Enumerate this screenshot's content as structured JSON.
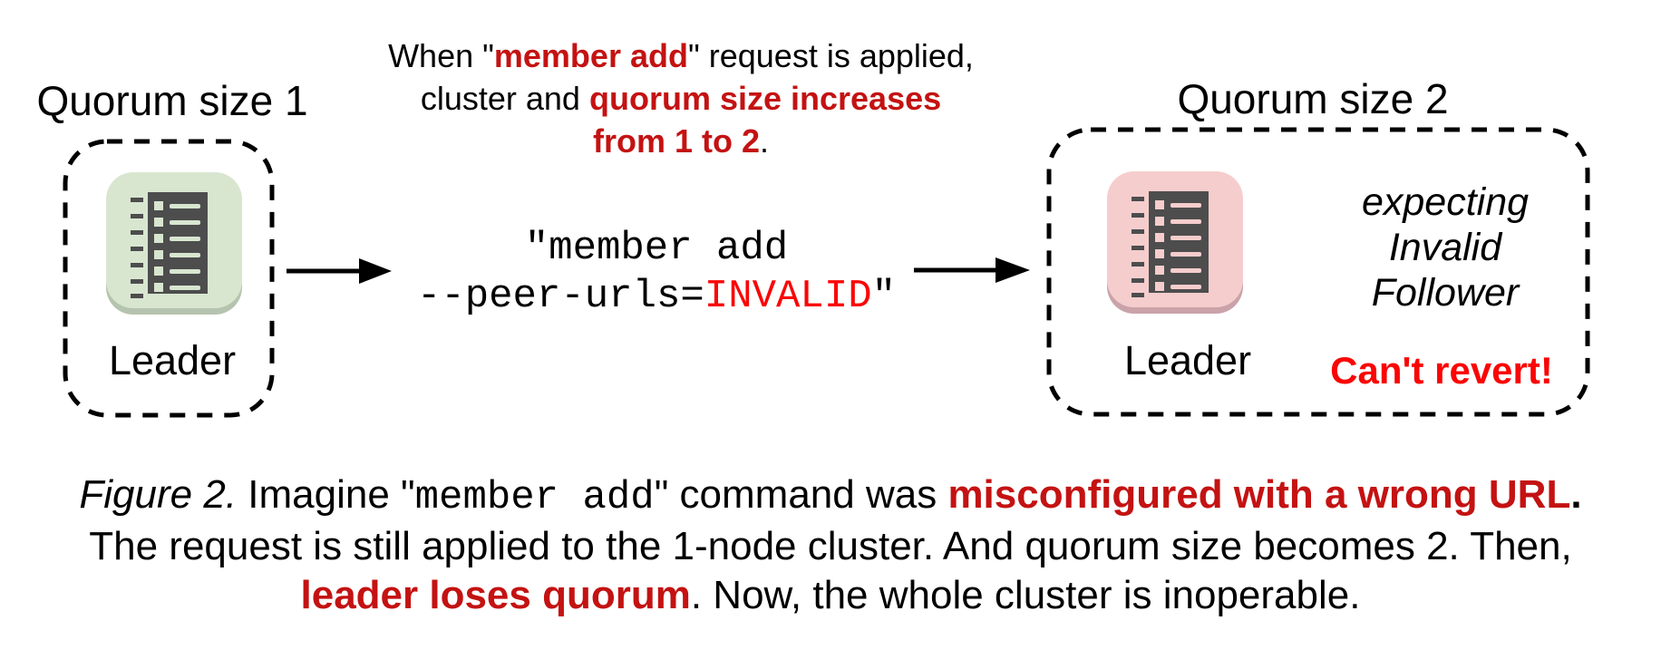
{
  "colors": {
    "dark_red": "#c41212",
    "bright_red": "#fa0505",
    "green_icon_bg": "#d8e6d0",
    "green_icon_rim": "#b5c4ae",
    "pink_icon_bg": "#f6cdcd",
    "pink_icon_rim": "#c9a3a9",
    "glyph_gray": "#4d4d4d",
    "dash_black": "#000000"
  },
  "left_cluster": {
    "title": "Quorum size 1",
    "node_label": "Leader",
    "icon": "member-log-icon"
  },
  "right_cluster": {
    "title": "Quorum size 2",
    "node_label": "Leader",
    "icon": "member-log-icon",
    "expectation_lines": [
      "expecting",
      "Invalid",
      "Follower"
    ],
    "warning": "Can't revert!"
  },
  "arrows": [
    "left-to-command-arrow",
    "command-to-right-arrow"
  ],
  "top_note": {
    "lines": [
      [
        {
          "t": "When \"",
          "c": "k"
        },
        {
          "t": "member add",
          "c": "rb"
        },
        {
          "t": "\" request is applied,",
          "c": "k"
        }
      ],
      [
        {
          "t": "cluster and ",
          "c": "k"
        },
        {
          "t": "quorum size increases",
          "c": "rb"
        }
      ],
      [
        {
          "t": "from 1 to 2",
          "c": "rb"
        },
        {
          "t": ".",
          "c": "k"
        }
      ]
    ]
  },
  "command": {
    "lines": [
      [
        {
          "t": "\"member add",
          "c": "m"
        }
      ],
      [
        {
          "t": "--peer-urls=",
          "c": "m"
        },
        {
          "t": "INVALID",
          "c": "mr"
        },
        {
          "t": "\"",
          "c": "m"
        }
      ]
    ]
  },
  "caption": {
    "lines": [
      [
        {
          "t": "Figure 2.",
          "c": "it"
        },
        {
          "t": " Imagine \"",
          "c": "k"
        },
        {
          "t": "member add",
          "c": "cm"
        },
        {
          "t": "\" command was ",
          "c": "k"
        },
        {
          "t": "misconfigured with a wrong URL",
          "c": "rb"
        },
        {
          "t": ".",
          "c": "kb"
        }
      ],
      [
        {
          "t": "The request is still applied to the 1-node cluster. And quorum size becomes 2. Then,",
          "c": "k"
        }
      ],
      [
        {
          "t": "leader loses quorum",
          "c": "rb"
        },
        {
          "t": ". Now, the whole cluster is inoperable.",
          "c": "k"
        }
      ]
    ]
  }
}
